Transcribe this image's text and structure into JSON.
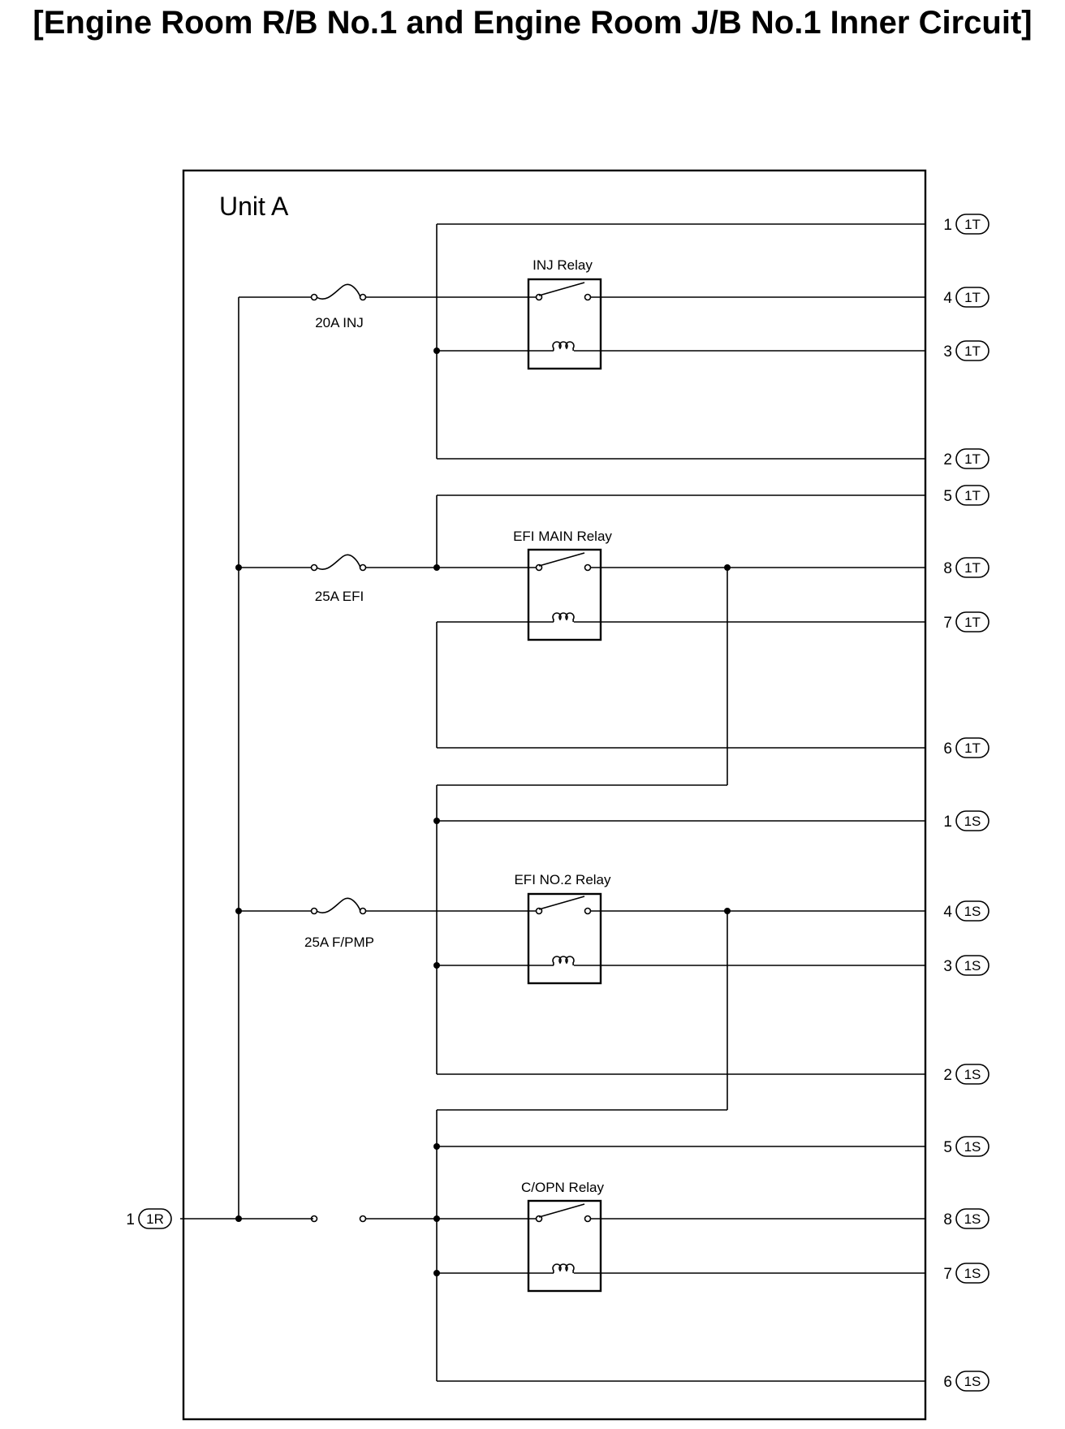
{
  "title": "[Engine Room R/B No.1 and Engine Room J/B No.1 Inner Circuit]",
  "unit_label": "Unit A",
  "fuses": [
    "20A INJ",
    "25A EFI",
    "25A F/PMP"
  ],
  "relays": [
    "INJ Relay",
    "EFI MAIN Relay",
    "EFI NO.2 Relay",
    "C/OPN Relay"
  ],
  "left_terminal": {
    "pin": "1",
    "connector": "1R"
  },
  "terminals": [
    {
      "pin": "1",
      "connector": "1T"
    },
    {
      "pin": "4",
      "connector": "1T"
    },
    {
      "pin": "3",
      "connector": "1T"
    },
    {
      "pin": "2",
      "connector": "1T"
    },
    {
      "pin": "5",
      "connector": "1T"
    },
    {
      "pin": "8",
      "connector": "1T"
    },
    {
      "pin": "7",
      "connector": "1T"
    },
    {
      "pin": "6",
      "connector": "1T"
    },
    {
      "pin": "1",
      "connector": "1S"
    },
    {
      "pin": "4",
      "connector": "1S"
    },
    {
      "pin": "3",
      "connector": "1S"
    },
    {
      "pin": "2",
      "connector": "1S"
    },
    {
      "pin": "5",
      "connector": "1S"
    },
    {
      "pin": "8",
      "connector": "1S"
    },
    {
      "pin": "7",
      "connector": "1S"
    },
    {
      "pin": "6",
      "connector": "1S"
    }
  ]
}
